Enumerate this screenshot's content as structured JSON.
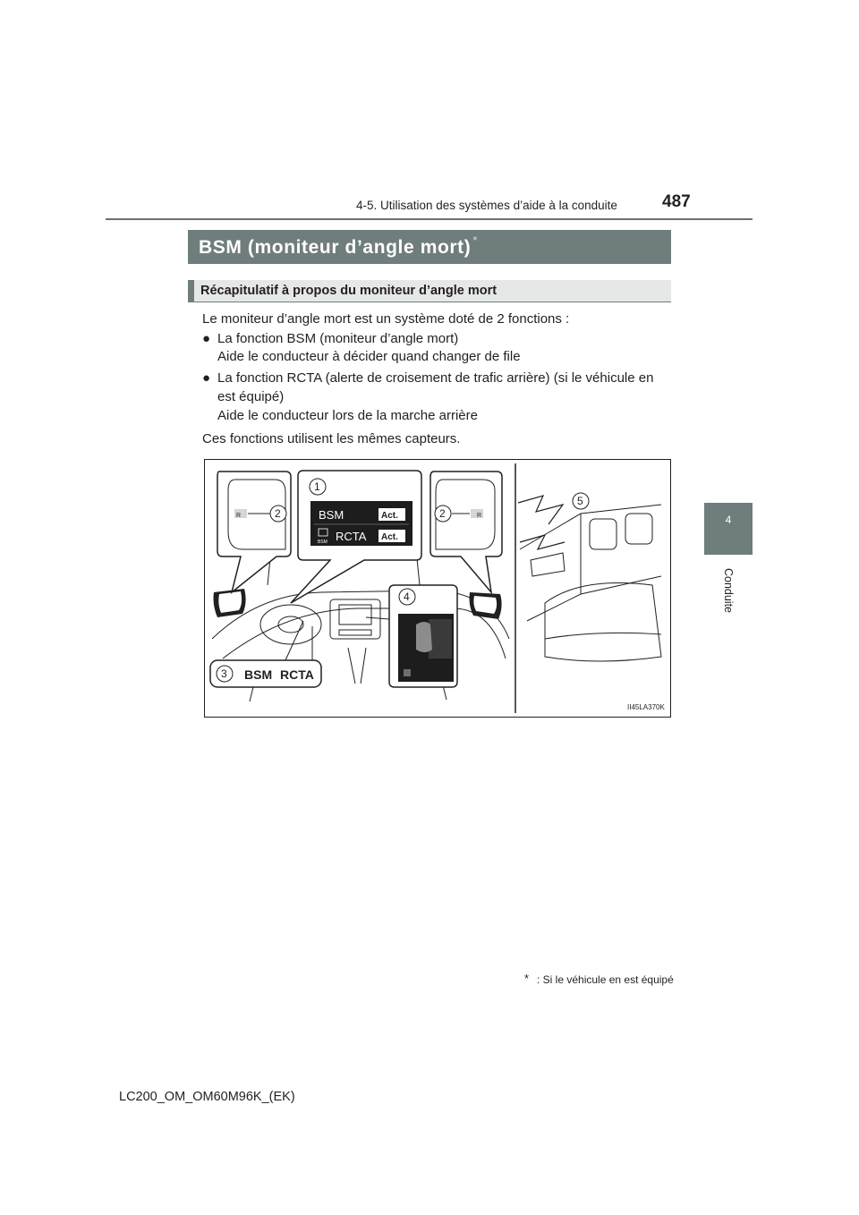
{
  "header": {
    "section": "4-5. Utilisation des systèmes d’aide à la conduite",
    "page_number": "487"
  },
  "side_tab": {
    "chapter_number": "4",
    "chapter_label": "Conduite"
  },
  "title": {
    "text": "BSM (moniteur d’angle mort)",
    "marker": "*"
  },
  "subheading": "Récapitulatif à propos du moniteur d’angle mort",
  "body": {
    "intro": "Le moniteur d’angle mort est un système doté de 2 fonctions :",
    "bullet_symbol": "●",
    "bullets": [
      {
        "title": "La fonction BSM (moniteur d’angle mort)",
        "desc": "Aide le conducteur à décider quand changer de file"
      },
      {
        "title": "La fonction RCTA (alerte de croisement de trafic arrière) (si le véhicule en est équipé)",
        "desc": "Aide le conducteur lors de la marche arrière"
      }
    ],
    "closing": "Ces fonctions utilisent les mêmes capteurs."
  },
  "figure": {
    "callouts": [
      "1",
      "2",
      "3",
      "4",
      "5"
    ],
    "display": {
      "row1": "BSM",
      "row1_status": "Act.",
      "row2": "RCTA",
      "row2_status": "Act.",
      "row2_icon_text": "BSM"
    },
    "switch_labels": [
      "BSM",
      "RCTA"
    ],
    "mirror_icon_text": "R",
    "code": "II45LA370K"
  },
  "footnote": {
    "marker": "*",
    "text": ": Si le véhicule en est équipé"
  },
  "footer": {
    "model": "LC200_OM_OM60M96K_(EK)"
  }
}
